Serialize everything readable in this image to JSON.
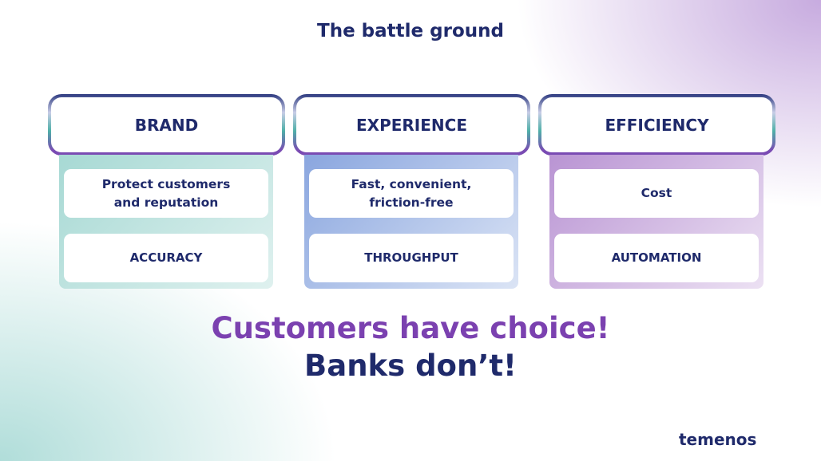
{
  "title": "The battle ground",
  "columns": [
    {
      "header": "BRAND",
      "items": [
        "Protect customers\nand reputation",
        "ACCURACY"
      ]
    },
    {
      "header": "EXPERIENCE",
      "items": [
        "Fast, convenient,\nfriction-free",
        "THROUGHPUT"
      ]
    },
    {
      "header": "EFFICIENCY",
      "items": [
        "Cost",
        "AUTOMATION"
      ]
    }
  ],
  "tagline_1": "Customers have choice!",
  "tagline_2": "Banks don’t!",
  "logo": "temenos",
  "colors": {
    "navy": "#1f2a6b",
    "purple": "#7b41b0",
    "teal": "#a7d9d4",
    "blue": "#8aa6df",
    "lavender": "#b994d3"
  }
}
